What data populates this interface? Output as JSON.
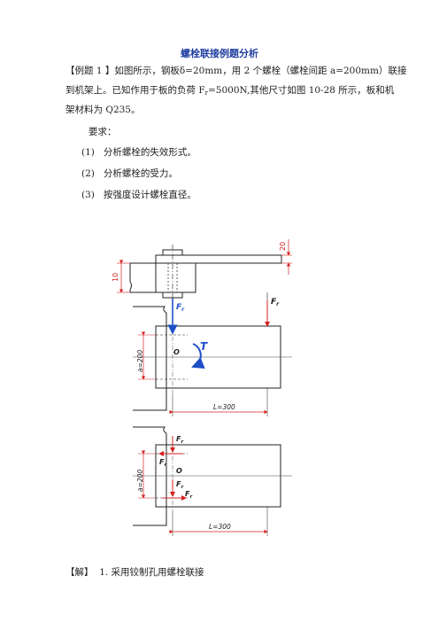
{
  "doc": {
    "title": "螺栓联接例题分析",
    "example_lines": [
      "【例题 1 】如图所示，钢板δ=20mm，用 2 个螺栓（螺栓间距 a=200mm）联接",
      "到机架上。已知作用于板的负荷 F",
      "=5000N,其他尺寸如图 10-28 所示，板和机",
      "架材料为 Q235。"
    ],
    "force_subscript": "r",
    "requirements_label": "要求：",
    "requirements": [
      {
        "num": "(1)",
        "text": "分析螺栓的失效形式。"
      },
      {
        "num": "(2)",
        "text": "分析螺栓的受力。"
      },
      {
        "num": "(3)",
        "text": "按强度设计螺栓直径。"
      }
    ],
    "solution": {
      "label": "【解】",
      "text": "1. 采用铰制孔用螺栓联接"
    }
  },
  "figure": {
    "top_view": {
      "dim_20": "20",
      "dim_10": "10"
    },
    "middle_view": {
      "force_left": "F",
      "force_left_sub": "r",
      "force_right": "F",
      "force_right_sub": "r",
      "torque": "T",
      "center": "O",
      "dim_a": "a=200",
      "dim_L": "L=300"
    },
    "bottom_view": {
      "f1": "F",
      "f1_sub": "r",
      "f2": "F",
      "f2_sub": "r",
      "f3": "F",
      "f3_sub": "r",
      "f4": "F",
      "f4_sub": "r",
      "center": "O",
      "dim_a": "a=200",
      "dim_L": "L=300"
    }
  },
  "colors": {
    "title": "#1f3ea0",
    "dimension": "#d42020",
    "force_blue": "#1f4fc8"
  }
}
